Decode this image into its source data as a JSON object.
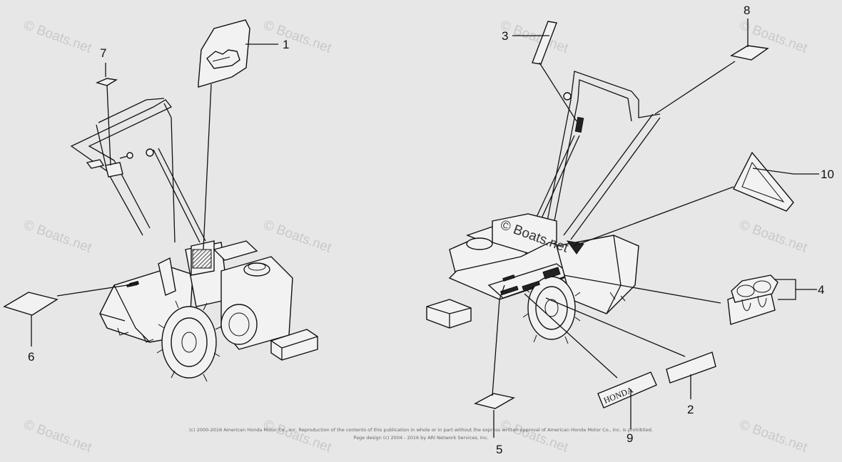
{
  "watermark": "© Boats.net",
  "overlay_watermark": "© Boats.net",
  "callouts": {
    "c1": "1",
    "c2": "2",
    "c3": "3",
    "c4": "4",
    "c5": "5",
    "c6": "6",
    "c7": "7",
    "c8": "8",
    "c9": "9",
    "c10": "10"
  },
  "label_brand_text": "HONDA",
  "copyright": {
    "line1": "(c) 2000-2016 American Honda Motor Co., Inc. Reproduction of the contents of this publication in whole or in part without the express written approval of American Honda Motor Co., Inc. is prohibited.",
    "line2": "Page design (c) 2004 - 2016 by ARI Network Services, Inc."
  }
}
